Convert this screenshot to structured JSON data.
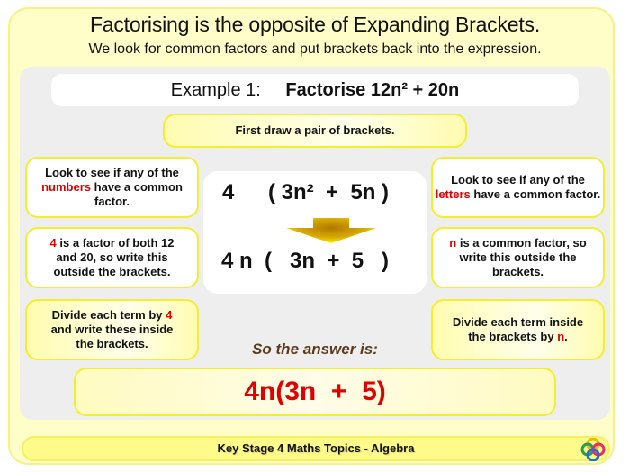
{
  "header": {
    "title": "Factorising is the opposite of Expanding Brackets.",
    "subtitle": "We look for common factors and put brackets back into the expression."
  },
  "example": {
    "label": "Example 1:",
    "task": "Factorise 12n² + 20n"
  },
  "steps": {
    "first": "First draw a pair of brackets.",
    "left": [
      {
        "pre": "Look to see if any of the",
        "highlight": "numbers",
        "post": "have a common factor."
      },
      {
        "pre": "",
        "highlight": "4",
        "post": "is a factor of both 12 and 20, so write this outside the brackets."
      },
      {
        "pre": "Divide each term by",
        "highlight": "4",
        "post": "and write these inside the brackets."
      }
    ],
    "right": [
      {
        "pre": "Look to see if any of the",
        "highlight": "letters",
        "post": "have a common factor."
      },
      {
        "pre": "",
        "highlight": "n",
        "post": "is a common factor, so write this outside the brackets."
      },
      {
        "pre": "Divide each term inside the brackets by",
        "highlight": "n",
        "post": "."
      }
    ]
  },
  "working": {
    "line1_factor": "4",
    "line1_bracket": "( 3n²  +  5n )",
    "line2": "4 n  (   3n  +  5   )",
    "arrow_icon": "down-arrow-icon"
  },
  "answer": {
    "label": "So the answer is:",
    "value": "4n(3n  +  5)"
  },
  "footer": {
    "text": "Key Stage 4 Maths Topics  -  Algebra",
    "logo_icon": "clover-logo-icon"
  },
  "colors": {
    "highlight_red": "#e00000",
    "box_border_yellow": "#f2ee30",
    "frame_fill": "#fffdc8",
    "panel_grey": "#eeeeee",
    "answer_label_brown": "#5a3a1a"
  }
}
